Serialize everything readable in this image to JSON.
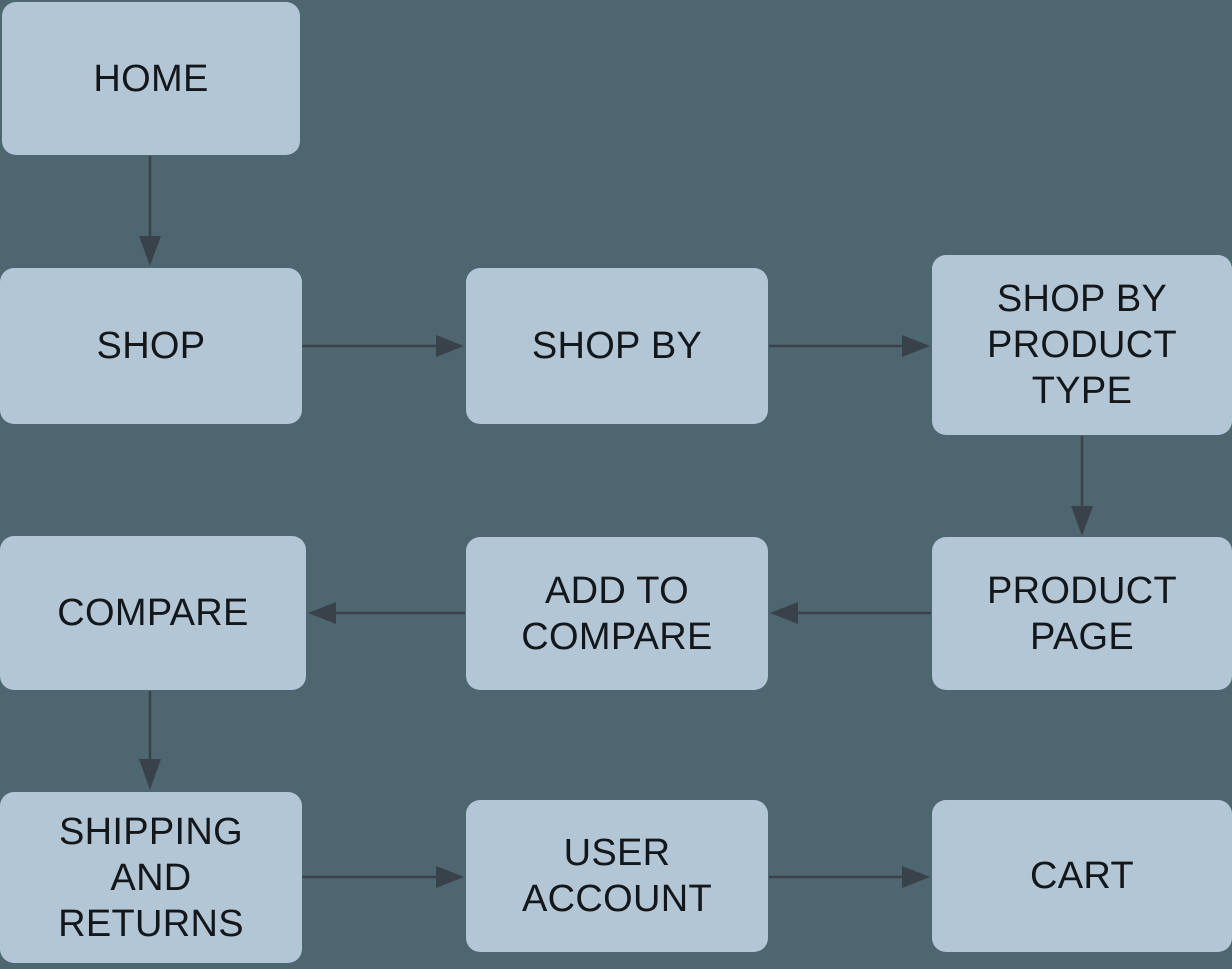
{
  "colors": {
    "canvas_bg": "#4D6670",
    "node_fill": "#B2C6D6",
    "node_text": "#14171A",
    "arrow": "#39424B"
  },
  "nodes": {
    "home": {
      "label": "HOME"
    },
    "shop": {
      "label": "SHOP"
    },
    "shop_by": {
      "label": "SHOP BY"
    },
    "shop_by_product_type": {
      "label": "SHOP BY PRODUCT TYPE"
    },
    "compare": {
      "label": "COMPARE"
    },
    "add_to_compare": {
      "label": "ADD TO COMPARE"
    },
    "product_page": {
      "label": "PRODUCT PAGE"
    },
    "shipping_and_returns": {
      "label": "SHIPPING AND RETURNS"
    },
    "user_account": {
      "label": "USER ACCOUNT"
    },
    "cart": {
      "label": "CART"
    }
  },
  "edges": [
    {
      "from": "HOME",
      "to": "SHOP",
      "direction": "down"
    },
    {
      "from": "SHOP",
      "to": "SHOP BY",
      "direction": "right"
    },
    {
      "from": "SHOP BY",
      "to": "SHOP BY PRODUCT TYPE",
      "direction": "right"
    },
    {
      "from": "SHOP BY PRODUCT TYPE",
      "to": "PRODUCT PAGE",
      "direction": "down"
    },
    {
      "from": "PRODUCT PAGE",
      "to": "ADD TO COMPARE",
      "direction": "left"
    },
    {
      "from": "ADD TO COMPARE",
      "to": "COMPARE",
      "direction": "left"
    },
    {
      "from": "COMPARE",
      "to": "SHIPPING AND RETURNS",
      "direction": "down"
    },
    {
      "from": "SHIPPING AND RETURNS",
      "to": "USER ACCOUNT",
      "direction": "right"
    },
    {
      "from": "USER ACCOUNT",
      "to": "CART",
      "direction": "right"
    }
  ]
}
